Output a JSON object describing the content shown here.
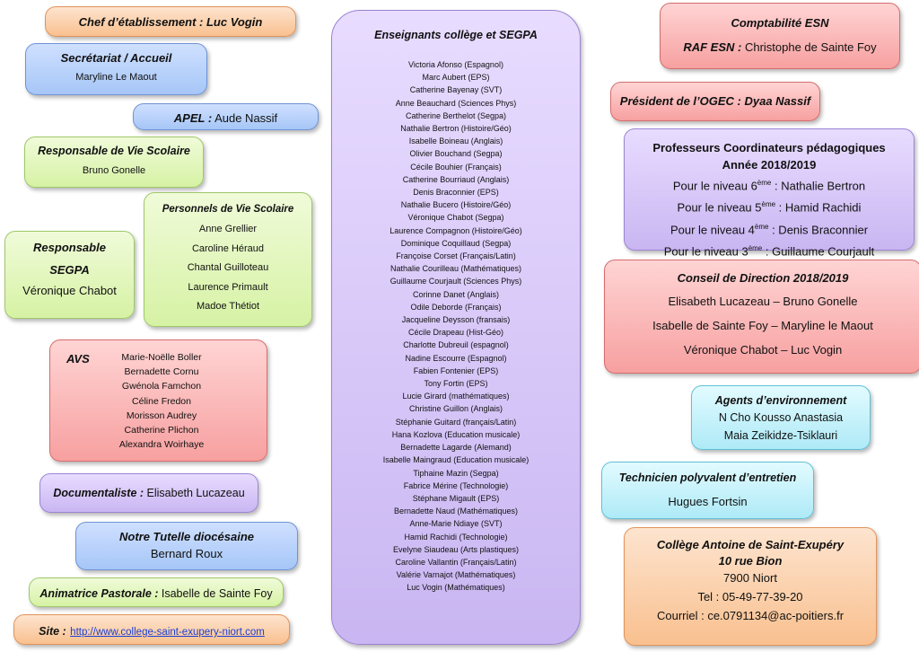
{
  "chef": {
    "label": "Chef d’établissement : Luc Vogin"
  },
  "secretariat": {
    "title": "Secrétariat / Accueil",
    "name": "Maryline Le Maout"
  },
  "apel": {
    "label": "APEL :",
    "name": " Aude Nassif"
  },
  "resp_vie": {
    "title": "Responsable de Vie Scolaire",
    "name": "Bruno Gonelle"
  },
  "personnels": {
    "title": "Personnels de Vie Scolaire",
    "names": [
      "Anne Grellier",
      "Caroline Héraud",
      "Chantal Guilloteau",
      "Laurence Primault",
      "Madoe Thétiot"
    ]
  },
  "segpa": {
    "title1": "Responsable",
    "title2": "SEGPA",
    "name": "Véronique Chabot"
  },
  "avs": {
    "title": "AVS",
    "names": [
      "Marie-Noëlle Boller",
      "Bernadette Cornu",
      "Gwénola Famchon",
      "Céline Fredon",
      "Morisson Audrey",
      "Catherine Plichon",
      "Alexandra Woirhaye"
    ]
  },
  "documentaliste": {
    "label": "Documentaliste :",
    "name": " Elisabeth Lucazeau"
  },
  "tutelle": {
    "title": "Notre Tutelle diocésaine",
    "name": "Bernard Roux"
  },
  "animatrice": {
    "label": "Animatrice Pastorale :",
    "name": " Isabelle de Sainte Foy"
  },
  "site": {
    "label": "Site :",
    "url": "http://www.college-saint-exupery-niort.com"
  },
  "enseignants": {
    "title": "Enseignants collège et SEGPA",
    "names": [
      "Victoria Afonso (Espagnol)",
      "Marc Aubert  (EPS)",
      "Catherine Bayenay (SVT)",
      "Anne Beauchard (Sciences Phys)",
      "Catherine Berthelot (Segpa)",
      "Nathalie Bertron (Histoire/Géo)",
      "Isabelle Boineau (Anglais)",
      "Olivier Bouchand  (Segpa)",
      "Cécile Bouhier  (Français)",
      "Catherine Bourriaud (Anglais)",
      "Denis Braconnier (EPS)",
      "Nathalie Bucero (Histoire/Géo)",
      "Véronique Chabot (Segpa)",
      "Laurence Compagnon (Histoire/Géo)",
      "Dominique Coquillaud (Segpa)",
      "Françoise Corset (Français/Latin)",
      "Nathalie Courilleau (Mathématiques)",
      "Guillaume Courjault (Sciences Phys)",
      "Corinne Danet (Anglais)",
      "Odile Deborde (Français)",
      "Jacqueline Deysson (fransais)",
      "Cécile Drapeau (Hist-Géo)",
      "Charlotte Dubreuil (espagnol)",
      "Nadine Escourre  (Espagnol)",
      "Fabien Fontenier (EPS)",
      "Tony Fortin (EPS)",
      "Lucie Girard (mathématiques)",
      "Christine Guillon (Anglais)",
      "Stéphanie Guitard (français/Latin)",
      "Hana Kozlova (Education musicale)",
      "Bernadette Lagarde (Alemand)",
      "Isabelle Maingraud (Education musicale)",
      "Tiphaine Mazin (Segpa)",
      "Fabrice Mérine (Technologie)",
      "Stéphane Migault (EPS)",
      "Bernadette Naud (Mathématiques)",
      "Anne-Marie Ndiaye (SVT)",
      "Hamid Rachidi (Technologie)",
      "Evelyne Siaudeau (Arts plastiques)",
      "Caroline Vallantin (Français/Latin)",
      "Valérie Varnajot (Mathématiques)",
      "Luc Vogin (Mathématiques)"
    ]
  },
  "compta": {
    "title": "Comptabilité ESN",
    "label": "RAF ESN :",
    "name": " Christophe de Sainte Foy"
  },
  "ogec": {
    "label": "Président de l’OGEC : Dyaa Nassif"
  },
  "coord": {
    "title1": "Professeurs Coordinateurs pédagogiques",
    "title2": "Année 2018/2019",
    "rows": [
      {
        "pre": "Pour le niveau 6",
        "sup": "ème",
        "post": " : Nathalie Bertron"
      },
      {
        "pre": "Pour le niveau 5",
        "sup": "ème",
        "post": " : Hamid Rachidi"
      },
      {
        "pre": "Pour le niveau 4",
        "sup": "ème",
        "post": " : Denis Braconnier"
      },
      {
        "pre": "Pour le niveau 3",
        "sup": "ème",
        "post": " : Guillaume Courjault"
      }
    ]
  },
  "conseil": {
    "title": "Conseil de Direction 2018/2019",
    "lines": [
      "Elisabeth Lucazeau – Bruno Gonelle",
      "Isabelle de Sainte Foy – Maryline le Maout",
      "Véronique Chabot – Luc Vogin"
    ]
  },
  "agents": {
    "title": "Agents d’environnement",
    "names": [
      "N Cho Kousso Anastasia",
      "Maia Zeikidze-Tsiklauri"
    ]
  },
  "technicien": {
    "title": "Technicien polyvalent d’entretien",
    "name": "Hugues Fortsin"
  },
  "college": {
    "title1": "Collège Antoine de Saint-Exupéry",
    "title2": "10 rue Bion",
    "lines": [
      "7900 Niort",
      "Tel : 05-49-77-39-20",
      "Courriel : ce.0791134@ac-poitiers.fr"
    ]
  }
}
